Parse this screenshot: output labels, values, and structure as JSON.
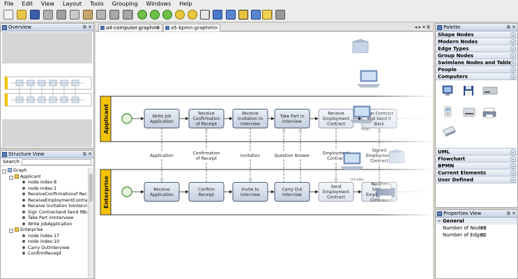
{
  "menu": [
    "File",
    "Edit",
    "View",
    "Layout",
    "Tools",
    "Grouping",
    "Windows",
    "Help"
  ],
  "overview": {
    "title": "Overview"
  },
  "structure": {
    "title": "Structure View",
    "search_label": "Search",
    "items": [
      {
        "label": "Graph",
        "level": 0,
        "kind": "folder",
        "toggle": "-"
      },
      {
        "label": "Applicant",
        "level": 1,
        "kind": "folder",
        "toggle": "-"
      },
      {
        "label": "node index:8",
        "level": 2,
        "kind": "node"
      },
      {
        "label": "node index:1",
        "level": 2,
        "kind": "node"
      },
      {
        "label": "ReceiveConfirmationof Rec",
        "level": 2,
        "kind": "node"
      },
      {
        "label": "ReceiveEmploymentContrac",
        "level": 2,
        "kind": "node"
      },
      {
        "label": "Receive Invitation toIntervi",
        "level": 2,
        "kind": "node"
      },
      {
        "label": "Sign Contractand Send ItBa",
        "level": 2,
        "kind": "node"
      },
      {
        "label": "Take Part inInterview",
        "level": 2,
        "kind": "node"
      },
      {
        "label": "Write JobApplication",
        "level": 2,
        "kind": "node"
      },
      {
        "label": "Enterprise",
        "level": 1,
        "kind": "folder",
        "toggle": "-"
      },
      {
        "label": "node index:17",
        "level": 2,
        "kind": "node"
      },
      {
        "label": "node index:10",
        "level": 2,
        "kind": "node"
      },
      {
        "label": "Carry OutInterview",
        "level": 2,
        "kind": "node"
      },
      {
        "label": "ConfirmReceipt",
        "level": 2,
        "kind": "node"
      }
    ]
  },
  "tabs": [
    {
      "label": "a4-computer.graphml",
      "active": false
    },
    {
      "label": "a5-bpmn.graphml",
      "active": true
    }
  ],
  "diagram": {
    "lanes": [
      "Applicant",
      "Enterprise"
    ],
    "top_tasks": [
      [
        "Write Job",
        "Application"
      ],
      [
        "Receive",
        "Confirmation",
        "of Receipt"
      ],
      [
        "Receive",
        "Invitation to",
        "Interview"
      ],
      [
        "Take Part in",
        "Interview"
      ],
      [
        "Receive",
        "Employment",
        "Contract"
      ],
      [
        "Sign Contract",
        "and Send It",
        "Back"
      ]
    ],
    "bottom_tasks": [
      [
        "Receive",
        "Application"
      ],
      [
        "Confirm",
        "Receipt"
      ],
      [
        "Invite to",
        "Interview"
      ],
      [
        "Carry Out",
        "Interview"
      ],
      [
        "Send",
        "Employment",
        "Contract"
      ],
      [
        "Receive",
        "Signed",
        "Employment",
        "Contract"
      ]
    ],
    "messages": [
      [
        "Application"
      ],
      [
        "Confirmation",
        "of Receipt"
      ],
      [
        "Invitation"
      ],
      [
        "Question Answer"
      ],
      [
        "Employment",
        "Contract"
      ],
      [
        "Signed",
        "Employment",
        "Contract"
      ]
    ],
    "faded_labels": [
      "Mobi",
      "InfraMo"
    ]
  },
  "palette": {
    "title": "Palette",
    "sections": [
      "Shape Nodes",
      "Modern Nodes",
      "Edge Types",
      "Group Nodes",
      "Swimlane Nodes and Table N...",
      "People",
      "Computers"
    ],
    "sections_after": [
      "UML",
      "Flowchart",
      "BPMN",
      "Current Elements",
      "User Defined"
    ]
  },
  "properties": {
    "title": "Properties View",
    "group": "General",
    "rows": [
      {
        "name": "Number of Nodes",
        "value": "23"
      },
      {
        "name": "Number of Edges",
        "value": "22"
      }
    ]
  }
}
